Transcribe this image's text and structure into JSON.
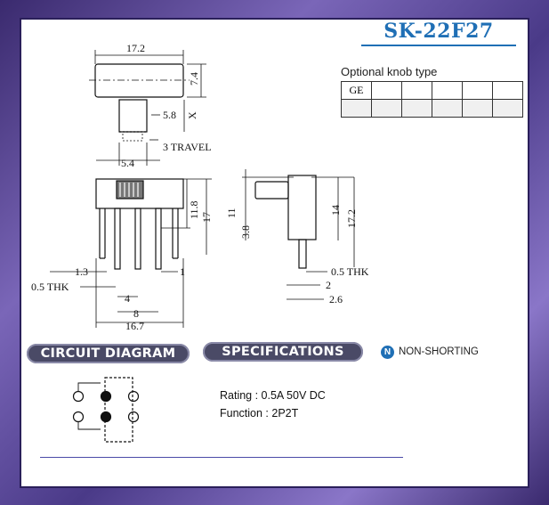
{
  "model": "SK-22F27",
  "knob": {
    "title": "Optional knob type",
    "cells": [
      [
        "GE",
        "",
        "",
        "",
        "",
        ""
      ],
      [
        "",
        "",
        "",
        "",
        "",
        ""
      ]
    ]
  },
  "drawing": {
    "dim_17_2_top": "17.2",
    "dim_7_4": "7.4",
    "dim_5_8": "5.8",
    "dim_x": "X",
    "dim_3_travel": "3  TRAVEL",
    "dim_5_4": "5.4",
    "dim_11_8": "11.8",
    "dim_17": "17",
    "dim_1_3": "1.3",
    "dim_1": "1",
    "dim_0_5_thk_left": "0.5  THK",
    "dim_4": "4",
    "dim_8": "8",
    "dim_16_7": "16.7",
    "dim_11": "11",
    "dim_3_8": "3.8",
    "dim_14": "14",
    "dim_17_2_side": "17.2",
    "dim_0_5_thk_right": "0.5  THK",
    "dim_2": "2",
    "dim_2_6": "2.6"
  },
  "sections": {
    "circuit": "CIRCUIT DIAGRAM",
    "specs": "SPECIFICATIONS",
    "non_shorting_icon": "N",
    "non_shorting": "NON-SHORTING"
  },
  "specs": {
    "rating": "Rating : 0.5A 50V DC",
    "function": "Function : 2P2T"
  }
}
